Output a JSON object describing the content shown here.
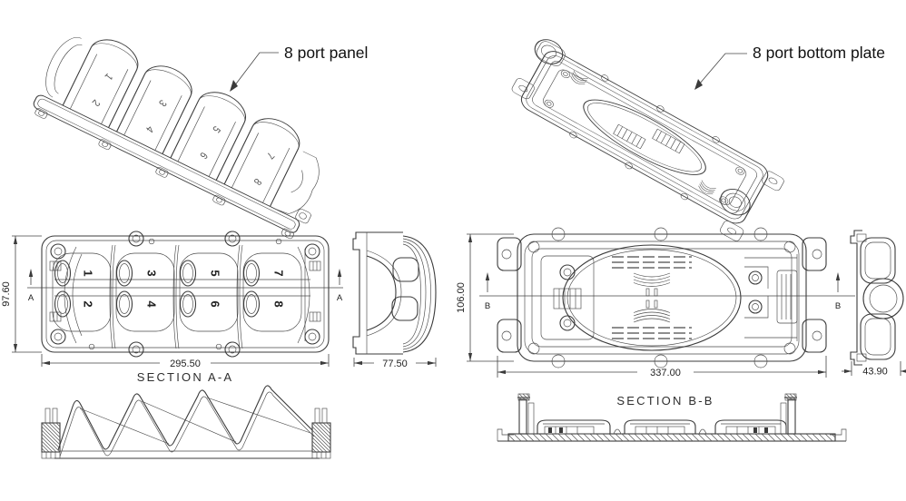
{
  "colors": {
    "background": "#ffffff",
    "line": "#3b3b3b",
    "text": "#1c1c1c"
  },
  "callouts": {
    "panel": "8 port panel",
    "bottom_plate": "8 port bottom plate"
  },
  "ports": [
    "1",
    "2",
    "3",
    "4",
    "5",
    "6",
    "7",
    "8"
  ],
  "dimensions": {
    "panel_height": "97.60",
    "panel_length": "295.50",
    "panel_side_width": "77.50",
    "plate_height": "106.00",
    "plate_length": "337.00",
    "plate_side_width": "43.90"
  },
  "sections": {
    "a_label": "SECTION A-A",
    "b_label": "SECTION B-B",
    "marker_a": "A",
    "marker_b": "B"
  }
}
